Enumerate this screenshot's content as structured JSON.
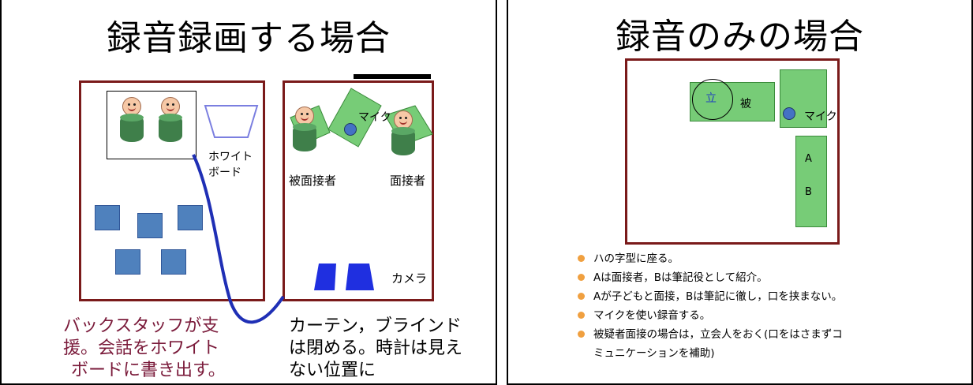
{
  "left_slide": {
    "title": "録音録画する場合",
    "whiteboard_label_1": "ホワイト",
    "whiteboard_label_2": "ボード",
    "mic_label": "マイク",
    "interviewee_label": "被面接者",
    "interviewer_label": "面接者",
    "camera_label": "カメラ",
    "caption_left": [
      "バックスタッフが支",
      "援。会話をホワイト",
      "ボードに書き出す。"
    ],
    "caption_right": [
      "カーテン，ブラインド",
      "は閉める。時計は見え",
      "ない位置に"
    ]
  },
  "right_slide": {
    "title": "録音のみの場合",
    "witness_label": "立",
    "interviewee_label": "被",
    "mic_label": "マイク",
    "a_label": "A",
    "b_label": "B",
    "bullets": [
      "ハの字型に座る。",
      "Aは面接者，Bは筆記役として紹介。",
      "Aが子どもと面接，Bは筆記に徹し，口を挟まない。",
      "マイクを使い録音する。",
      "被疑者面接の場合は，立会人をおく(口をはさまずコ"
    ],
    "bullet_continuation": "ミュニケーションを補助)"
  },
  "colors": {
    "room_border": "#7a1a1a",
    "caption_left": "#7a1a3a",
    "table_green": "#77cc77",
    "chair_blue": "#4f81bd",
    "cable_blue": "#1f2fb5",
    "bullet_orange": "#f0a040"
  }
}
